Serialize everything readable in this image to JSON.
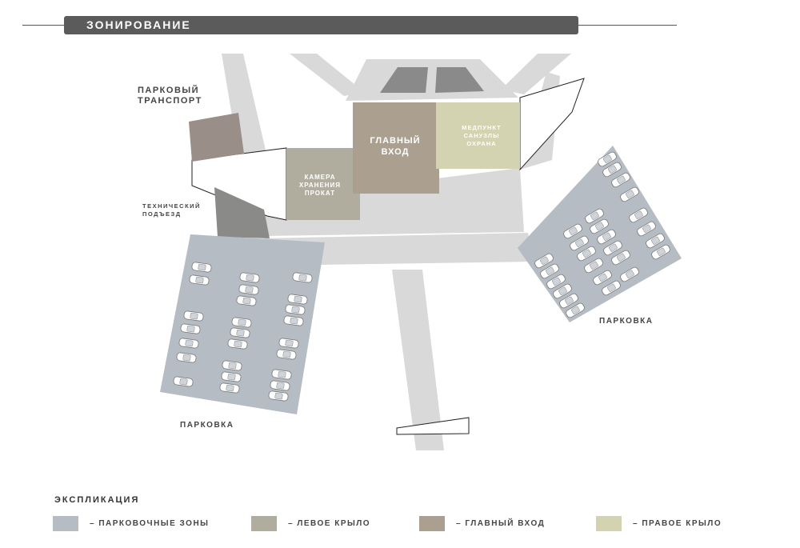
{
  "header": {
    "title": "ЗОНИРОВАНИЕ"
  },
  "colors": {
    "parking": "#b5bcc4",
    "left_wing": "#b0ad9f",
    "main_entrance": "#aba08f",
    "right_wing": "#d3d2b1",
    "road": "#d9d9d9",
    "park_transport": "#9a8f88",
    "tech_access": "#8a8a88"
  },
  "map": {
    "park_transport_label": [
      "ПАРКОВЫЙ",
      "ТРАНСПОРТ"
    ],
    "tech_access_label": [
      "ТЕХНИЧЕСКИЙ",
      "ПОДЪЕЗД"
    ],
    "left_wing_label": [
      "КАМЕРА",
      "ХРАНЕНИЯ",
      "ПРОКАТ"
    ],
    "main_entrance_label": [
      "ГЛАВНЫЙ",
      "ВХОД"
    ],
    "right_wing_label": [
      "МЕДПУНКТ",
      "САНУЗЛЫ",
      "ОХРАНА"
    ],
    "parking_left_label": "ПАРКОВКА",
    "parking_right_label": "ПАРКОВКА"
  },
  "legend": {
    "title": "ЭКСПЛИКАЦИЯ",
    "items": [
      {
        "label": "– ПАРКОВОЧНЫЕ ЗОНЫ",
        "color": "#b5bcc4"
      },
      {
        "label": "– ЛЕВОЕ КРЫЛО",
        "color": "#b0ad9f"
      },
      {
        "label": "– ГЛАВНЫЙ ВХОД",
        "color": "#aba08f"
      },
      {
        "label": "– ПРАВОЕ КРЫЛО",
        "color": "#d3d2b1"
      }
    ]
  }
}
